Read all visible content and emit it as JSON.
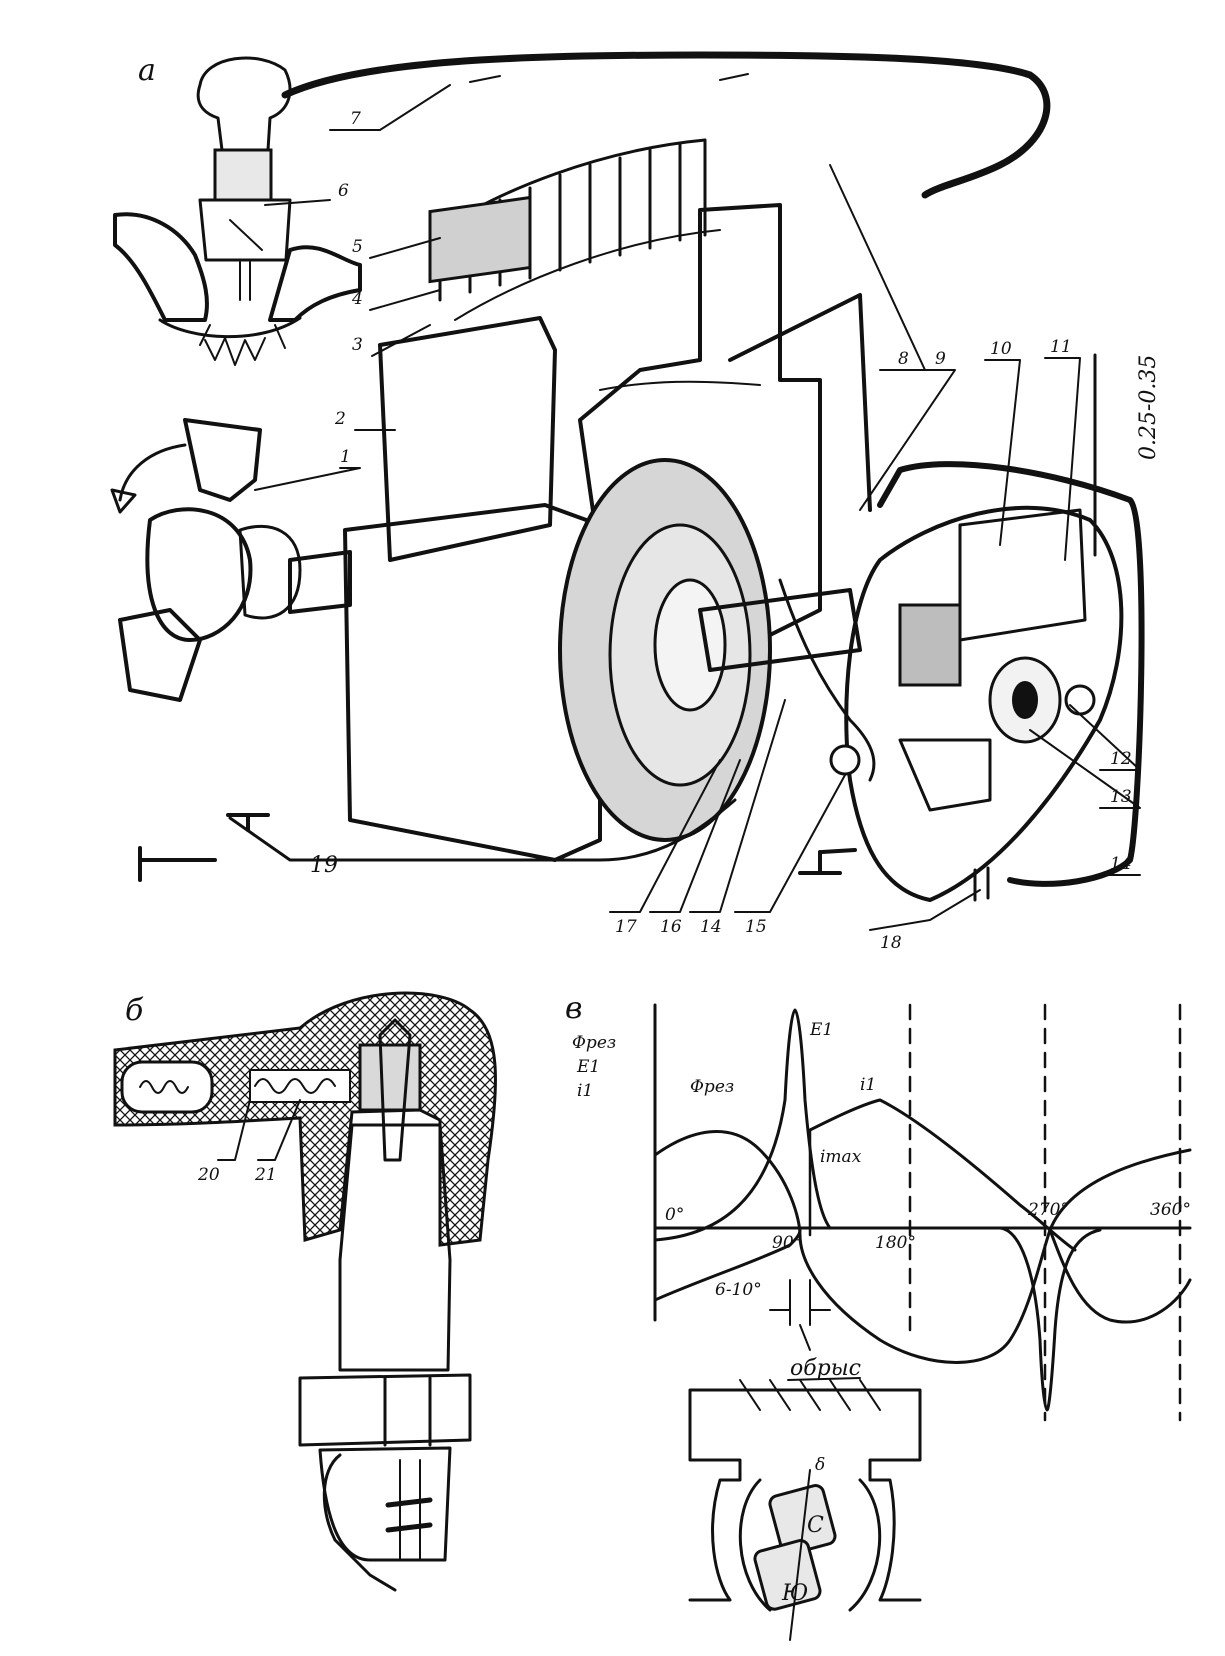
{
  "panels": {
    "a": "а",
    "b": "б",
    "v": "в"
  },
  "callouts": {
    "n1": "1",
    "n2": "2",
    "n3": "3",
    "n4": "4",
    "n5": "5",
    "n6": "6",
    "n7": "7",
    "n8": "8",
    "n9": "9",
    "n10": "10",
    "n11": "11",
    "n12": "12",
    "n13": "13",
    "n14a": "14",
    "n14b": "14",
    "n15": "15",
    "n16": "16",
    "n17": "17",
    "n18": "18",
    "n19": "19",
    "n20": "20",
    "n21": "21"
  },
  "gap_dimension": "0.25-0.35",
  "graph": {
    "y_labels": [
      "Φрез",
      "E1",
      "i1"
    ],
    "curve_phi": "Φрез",
    "curve_e": "E1",
    "curve_i": "i1",
    "imax": "imax",
    "angles": [
      "0°",
      "90°",
      "180°",
      "270°",
      "360°"
    ],
    "advance": "6-10°",
    "break_label": "обрыс",
    "rotor_label": "С",
    "rotor_label2": "Ю",
    "air_gap": "δ"
  }
}
